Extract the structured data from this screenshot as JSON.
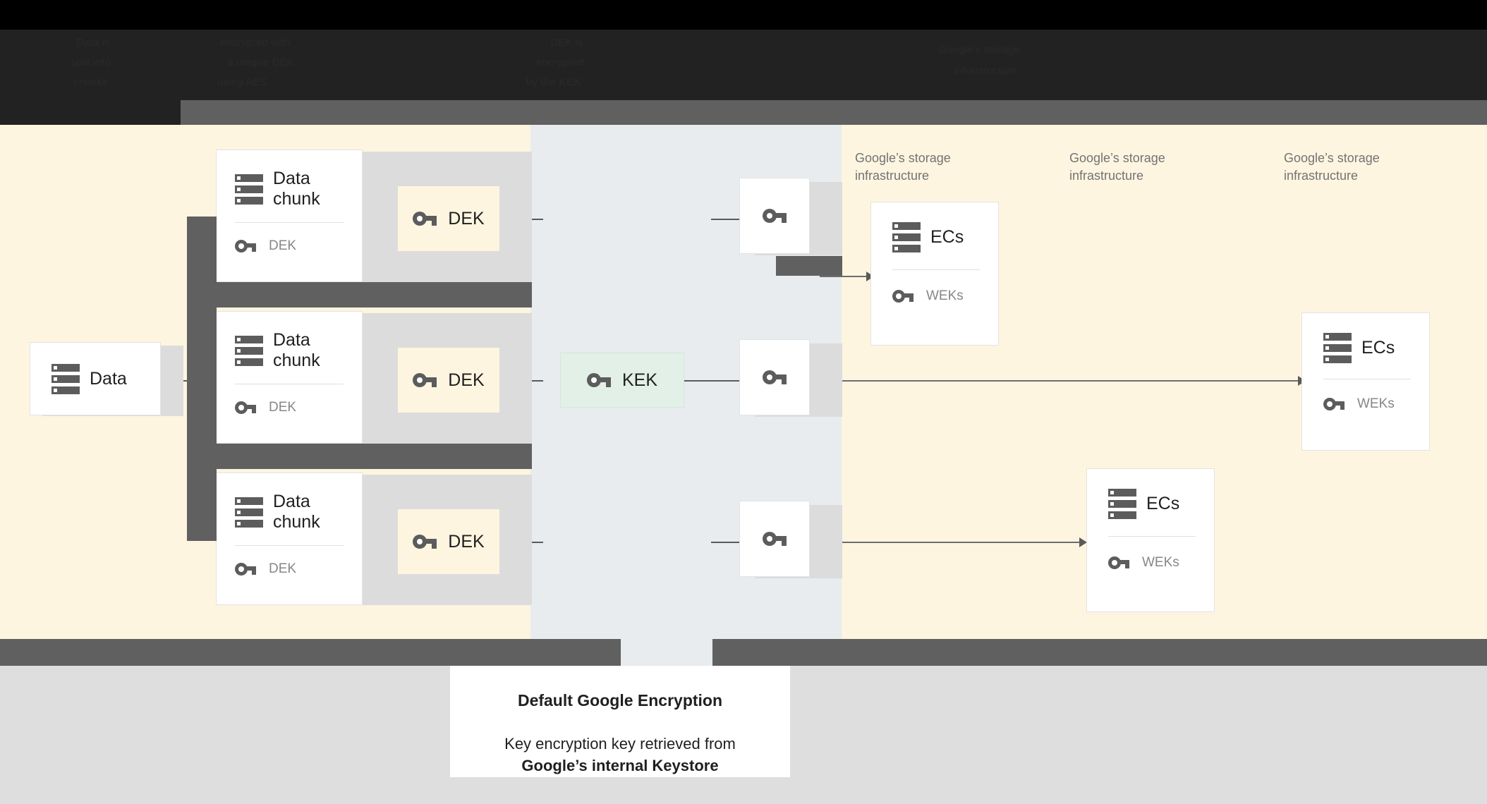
{
  "header": {
    "obscured_lines": [
      "Data is",
      "encrypted with",
      "DEK is",
      "Google's storage",
      "split into",
      "a unique DEK",
      "encrypted",
      "infrastructure",
      "chunks",
      "using AES",
      "by the KEK"
    ],
    "note": "Header legend text is visually obscured / unreadable in the source pixels"
  },
  "zones": {
    "left_label": "",
    "mid_label": "",
    "infra_labels": [
      "Google's storage\ninfrastructure",
      "Google's storage\ninfrastructure",
      "Google's storage\ninfrastructure"
    ]
  },
  "nodes": {
    "data": {
      "title": "Data",
      "icon": "server-stack-icon"
    },
    "chunks": [
      {
        "title": "Data\nchunk",
        "sub": "DEK",
        "icon": "server-stack-icon",
        "sub_icon": "key-icon"
      },
      {
        "title": "Data\nchunk",
        "sub": "DEK",
        "icon": "server-stack-icon",
        "sub_icon": "key-icon"
      },
      {
        "title": "Data\nchunk",
        "sub": "DEK",
        "icon": "server-stack-icon",
        "sub_icon": "key-icon"
      }
    ],
    "deks": [
      {
        "label": "DEK",
        "icon": "key-icon"
      },
      {
        "label": "DEK",
        "icon": "key-icon"
      },
      {
        "label": "DEK",
        "icon": "key-icon"
      }
    ],
    "kek": {
      "label": "KEK",
      "icon": "key-icon"
    },
    "wrapped_keys": [
      {
        "icon": "key-icon"
      },
      {
        "icon": "key-icon"
      },
      {
        "icon": "key-icon"
      }
    ],
    "ecs": [
      {
        "title": "ECs",
        "sub": "WEKs",
        "icon": "server-stack-icon",
        "sub_icon": "key-icon"
      },
      {
        "title": "ECs",
        "sub": "WEKs",
        "icon": "server-stack-icon",
        "sub_icon": "key-icon"
      },
      {
        "title": "ECs",
        "sub": "WEKs",
        "icon": "server-stack-icon",
        "sub_icon": "key-icon"
      }
    ]
  },
  "caption": {
    "title": "Default Google Encryption",
    "line1": "Key encryption key retrieved from",
    "line2": "Google’s internal Keystore"
  },
  "colors": {
    "cream": "#fdf5e0",
    "mid_panel": "#e8ecee",
    "dek_fill": "#fdf5e0",
    "kek_fill": "#e2f0e8",
    "occlusion_gray": "#606060",
    "card_shadow": "#dcdcdc",
    "footer_gray": "#dedede",
    "icon_gray": "#5c5c5c",
    "muted_text": "#878787",
    "label_text": "#737373"
  }
}
